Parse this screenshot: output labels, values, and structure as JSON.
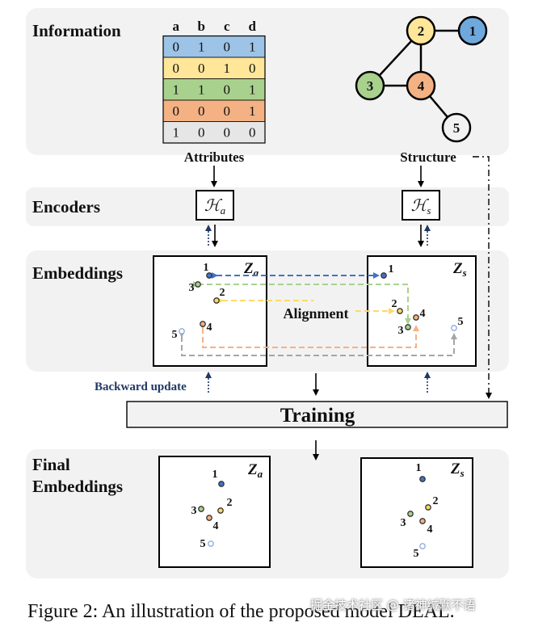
{
  "sections": {
    "information": "Information",
    "encoders": "Encoders",
    "embeddings": "Embeddings",
    "final_line1": "Final",
    "final_line2": "Embeddings"
  },
  "table": {
    "headers": [
      "a",
      "b",
      "c",
      "d"
    ],
    "rows": [
      {
        "cells": [
          "0",
          "1",
          "0",
          "1"
        ],
        "color": "#9dc3e6"
      },
      {
        "cells": [
          "0",
          "0",
          "1",
          "0"
        ],
        "color": "#ffe699"
      },
      {
        "cells": [
          "1",
          "1",
          "0",
          "1"
        ],
        "color": "#a9d18e"
      },
      {
        "cells": [
          "0",
          "0",
          "0",
          "1"
        ],
        "color": "#f4b183"
      },
      {
        "cells": [
          "1",
          "0",
          "0",
          "0"
        ],
        "color": "#e7e6e6"
      }
    ]
  },
  "graph": {
    "nodes": [
      {
        "label": "1",
        "color": "#6fa8dc"
      },
      {
        "label": "2",
        "color": "#ffe699"
      },
      {
        "label": "3",
        "color": "#a9d18e"
      },
      {
        "label": "4",
        "color": "#f4b183"
      },
      {
        "label": "5",
        "color": "#f2f2f2"
      }
    ]
  },
  "labels": {
    "attributes": "Attributes",
    "structure": "Structure",
    "encoder_a": "ℋa",
    "encoder_s": "ℋs",
    "za": "Za",
    "zs": "Zs",
    "alignment": "Alignment",
    "backward_update": "Backward update",
    "training": "Training"
  },
  "point_labels": [
    "1",
    "2",
    "3",
    "4",
    "5"
  ],
  "colors": {
    "blue": "#4472c4",
    "green": "#a9d18e",
    "yellow": "#ffd966",
    "orange": "#f4b183",
    "gray": "#a6a6a6",
    "backward": "#1f3864",
    "panel_bg": "#f2f2f2"
  },
  "caption": "Figure 2: An illustration of the proposed model DEAL.",
  "watermark": "掘金技术社区 @ 诸神缄默不语"
}
